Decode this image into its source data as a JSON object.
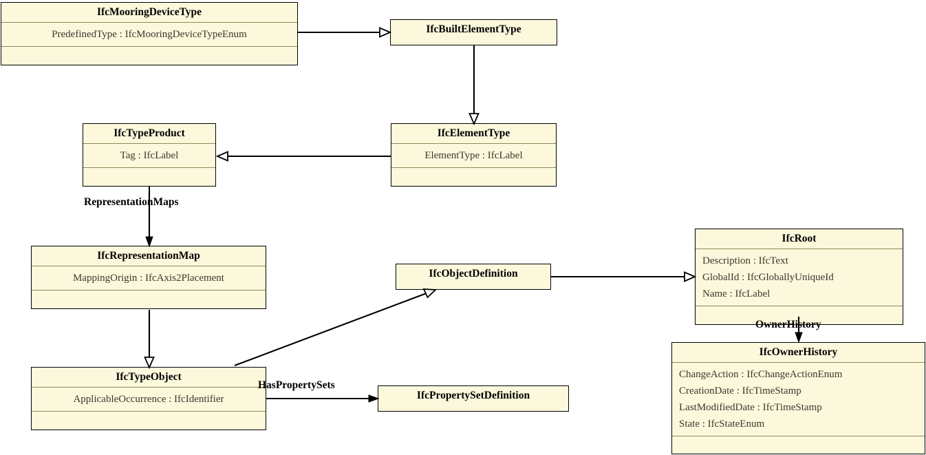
{
  "diagram": {
    "title": "IfcMooringDeviceType UML class diagram",
    "colors": {
      "box_fill": "#fcf8dc",
      "box_border": "#000000",
      "compartment_separator": "#8d8a55",
      "edge": "#000000",
      "attribute_text": "#3a382c",
      "background": "#ffffff"
    },
    "classes": [
      {
        "id": "IfcMooringDeviceType",
        "name": "IfcMooringDeviceType",
        "attributes": [
          "PredefinedType : IfcMooringDeviceTypeEnum"
        ],
        "has_footer": true,
        "attr_align": "center"
      },
      {
        "id": "IfcBuiltElementType",
        "name": "IfcBuiltElementType",
        "attributes": [],
        "has_footer": false,
        "attr_align": "center"
      },
      {
        "id": "IfcTypeProduct",
        "name": "IfcTypeProduct",
        "attributes": [
          "Tag : IfcLabel"
        ],
        "has_footer": true,
        "attr_align": "center"
      },
      {
        "id": "IfcElementType",
        "name": "IfcElementType",
        "attributes": [
          "ElementType : IfcLabel"
        ],
        "has_footer": true,
        "attr_align": "center"
      },
      {
        "id": "IfcRepresentationMap",
        "name": "IfcRepresentationMap",
        "attributes": [
          "MappingOrigin : IfcAxis2Placement"
        ],
        "has_footer": true,
        "attr_align": "center"
      },
      {
        "id": "IfcObjectDefinition",
        "name": "IfcObjectDefinition",
        "attributes": [],
        "has_footer": false,
        "attr_align": "center"
      },
      {
        "id": "IfcRoot",
        "name": "IfcRoot",
        "attributes": [
          "Description : IfcText",
          "GlobalId : IfcGloballyUniqueId",
          "Name : IfcLabel"
        ],
        "has_footer": true,
        "attr_align": "left"
      },
      {
        "id": "IfcOwnerHistory",
        "name": "IfcOwnerHistory",
        "attributes": [
          "ChangeAction : IfcChangeActionEnum",
          "CreationDate : IfcTimeStamp",
          "LastModifiedDate : IfcTimeStamp",
          "State : IfcStateEnum"
        ],
        "has_footer": true,
        "attr_align": "left"
      },
      {
        "id": "IfcTypeObject",
        "name": "IfcTypeObject",
        "attributes": [
          "ApplicableOccurrence : IfcIdentifier"
        ],
        "has_footer": true,
        "attr_align": "center"
      },
      {
        "id": "IfcPropertySetDefinition",
        "name": "IfcPropertySetDefinition",
        "attributes": [],
        "has_footer": false,
        "attr_align": "center"
      }
    ],
    "relationships": [
      {
        "id": "rel-mooring-to-builtelement",
        "from": "IfcMooringDeviceType",
        "to": "IfcBuiltElementType",
        "type": "generalization",
        "label": ""
      },
      {
        "id": "rel-builtelement-to-elementtype",
        "from": "IfcBuiltElementType",
        "to": "IfcElementType",
        "type": "generalization",
        "label": ""
      },
      {
        "id": "rel-elementtype-to-typeproduct",
        "from": "IfcElementType",
        "to": "IfcTypeProduct",
        "type": "generalization",
        "label": ""
      },
      {
        "id": "rel-typeproduct-representationmaps",
        "from": "IfcTypeProduct",
        "to": "IfcRepresentationMap",
        "type": "association",
        "label": "RepresentationMaps"
      },
      {
        "id": "rel-representationmap-to-typeobject",
        "from": "IfcRepresentationMap",
        "to": "IfcTypeObject",
        "type": "generalization",
        "label": ""
      },
      {
        "id": "rel-typeobject-to-objectdefinition",
        "from": "IfcTypeObject",
        "to": "IfcObjectDefinition",
        "type": "generalization",
        "label": ""
      },
      {
        "id": "rel-objectdefinition-to-root",
        "from": "IfcObjectDefinition",
        "to": "IfcRoot",
        "type": "generalization",
        "label": ""
      },
      {
        "id": "rel-root-ownerhistory",
        "from": "IfcRoot",
        "to": "IfcOwnerHistory",
        "type": "association",
        "label": "OwnerHistory"
      },
      {
        "id": "rel-typeobject-haspropertysets",
        "from": "IfcTypeObject",
        "to": "IfcPropertySetDefinition",
        "type": "association",
        "label": "HasPropertySets"
      }
    ],
    "edge_labels": {
      "representation_maps": "RepresentationMaps",
      "owner_history": "OwnerHistory",
      "has_property_sets": "HasPropertySets"
    }
  }
}
